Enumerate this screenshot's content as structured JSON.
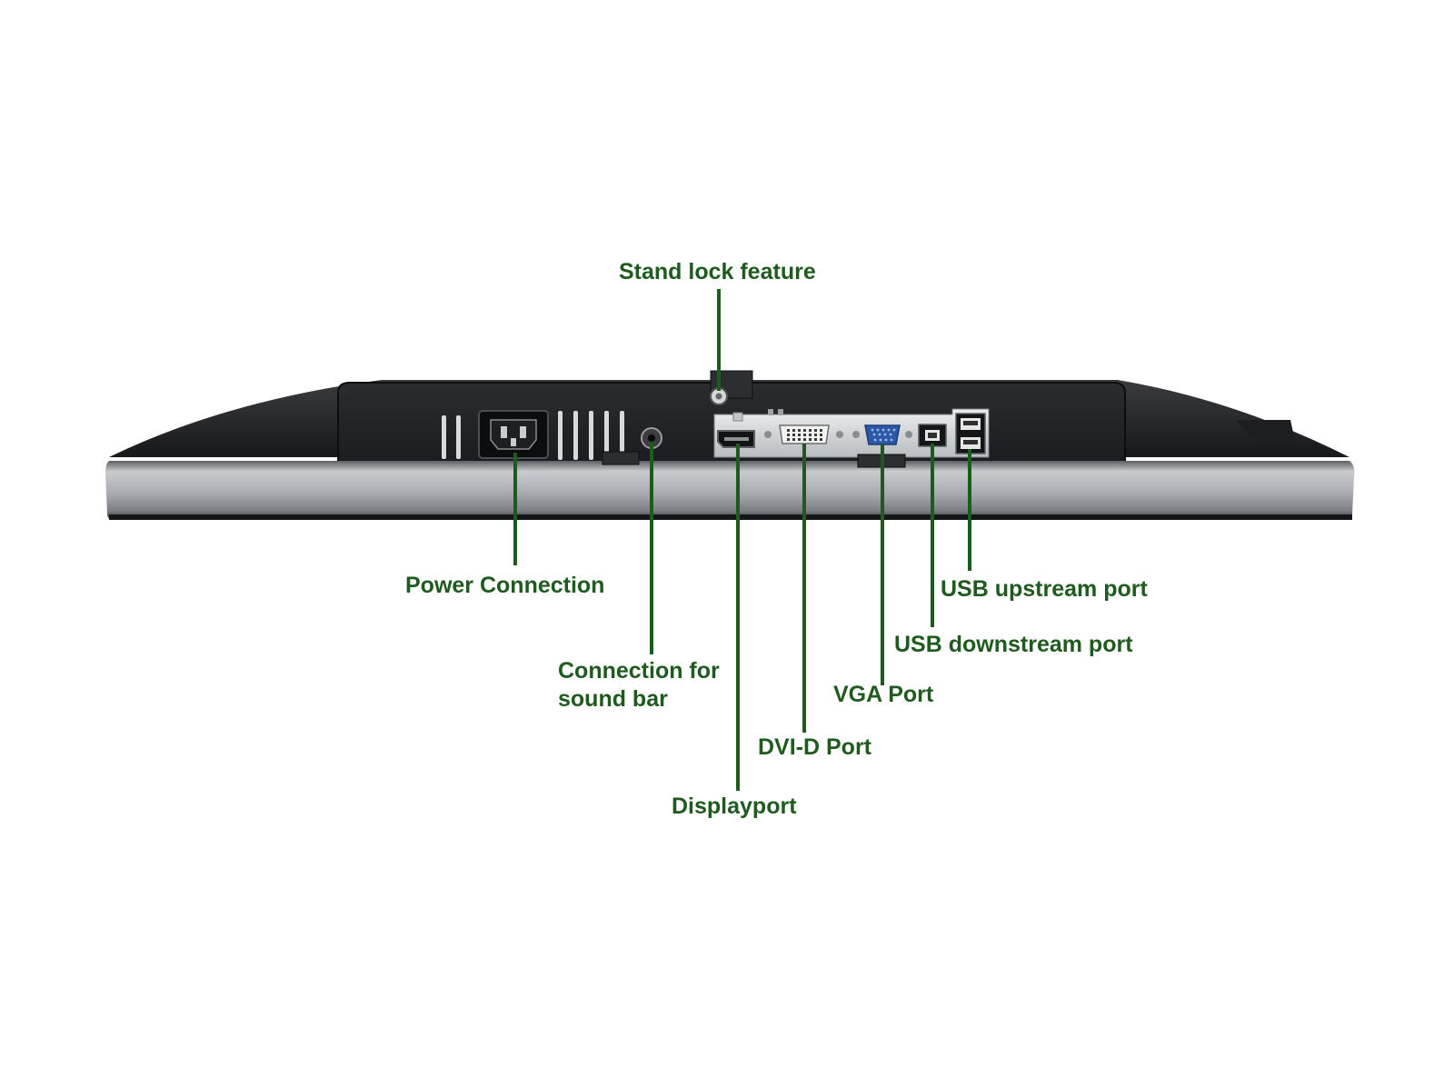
{
  "colors": {
    "label": "#1f5a1f",
    "leader_line": "#1e5a1e",
    "background": "#ffffff"
  },
  "labels": {
    "stand_lock": "Stand lock feature",
    "power": "Power Connection",
    "sound_bar_line1": "Connection for",
    "sound_bar_line2": "sound bar",
    "displayport": "Displayport",
    "dvi": "DVI-D Port",
    "vga": "VGA Port",
    "usb_down": "USB downstream port",
    "usb_up": "USB upstream port"
  }
}
